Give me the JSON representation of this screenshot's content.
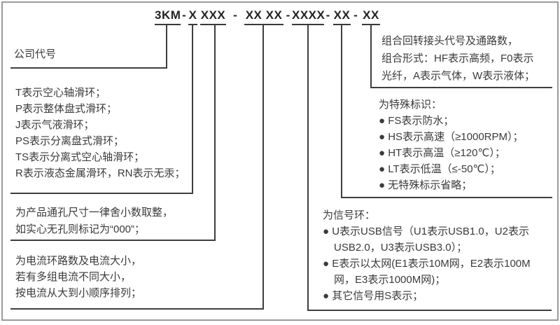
{
  "model_code": {
    "separator": "-",
    "seg_company": "3KM",
    "seg_type": "X",
    "seg_bore": "XXX",
    "seg_current": "XX XX",
    "seg_signal": "XXXX",
    "seg_special": "XX",
    "seg_rotary": "XX"
  },
  "blocks": {
    "company_code": {
      "label": "公司代号"
    },
    "ring_type": {
      "lines": [
        "T表示空心轴滑环；",
        "P表示整体盘式滑环；",
        "J表示气液滑环；",
        "PS表示分离盘式滑环；",
        "TS表示分离式空心轴滑环；",
        "R表示液态金属滑环，RN表示无汞；"
      ]
    },
    "bore": {
      "lines": [
        "为产品通孔尺寸一律舍小数取整，",
        "如实心无孔则标记为“000”；"
      ]
    },
    "current": {
      "lines": [
        "为电流环路数及电流大小，",
        "若有多组电流不同大小，",
        "按电流从大到小顺序排列；"
      ]
    },
    "signal": {
      "title": "为信号环：",
      "lines": [
        "● U表示USB信号（U1表示USB1.0，U2表示",
        "USB2.0，U3表示USB3.0）；",
        "● E表示以太网(E1表示10M网，E2表示100M",
        "网，E3表示1000M网)；",
        "● 其它信号用S表示；"
      ]
    },
    "special": {
      "title": "为特殊标识：",
      "lines": [
        "● FS表示防水；",
        "● HS表示高速（≥1000RPM）；",
        "● HT表示高温（≥120℃）；",
        "● LT表示低温（≤-50℃）；",
        "● 无特殊标示省略；"
      ]
    },
    "rotary": {
      "lines": [
        "组合回转接头代号及通路数，",
        "组合形式：HF表示高频，F0表示",
        "光纤，A表示气体，W表示液体；"
      ]
    }
  }
}
